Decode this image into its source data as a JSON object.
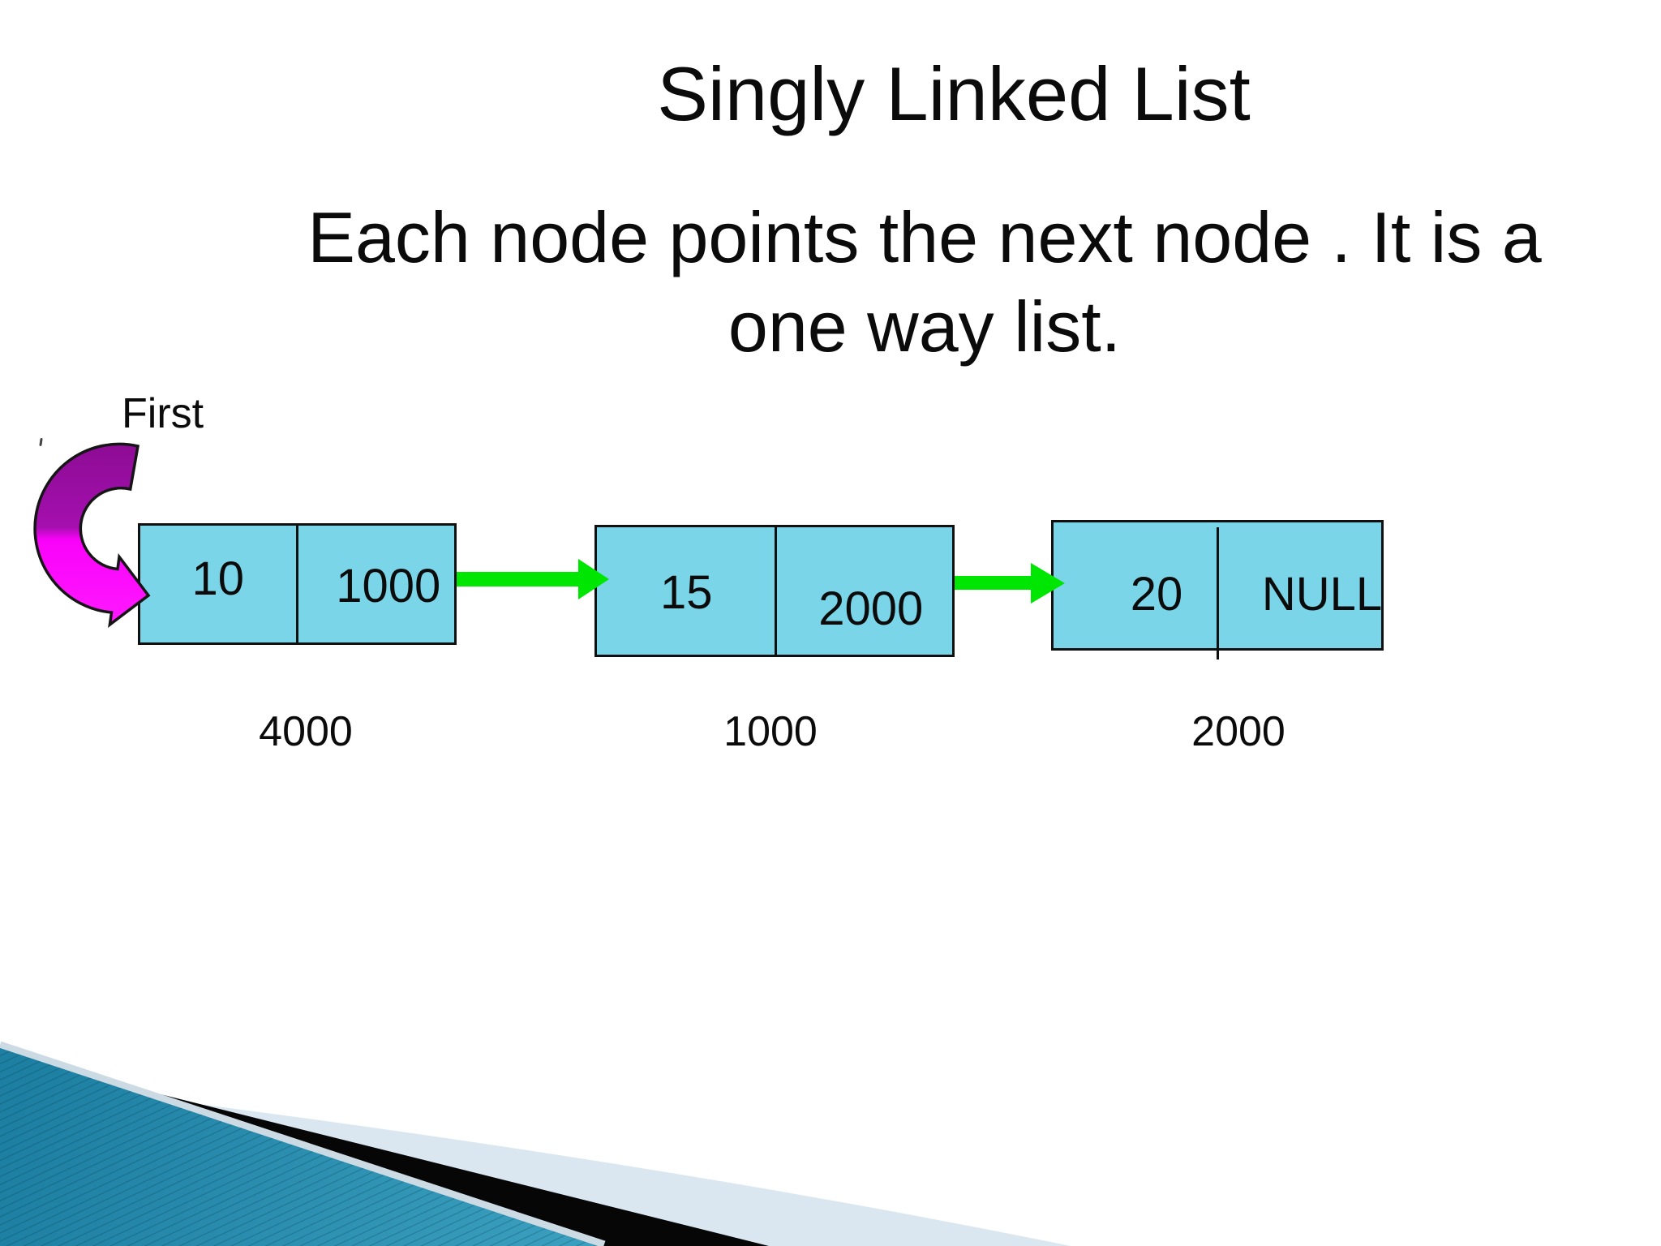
{
  "slide": {
    "title": "Singly Linked List",
    "subtitle_lines": [
      "Each node points the next node . It is a",
      "one way list."
    ],
    "pointer_label": "First"
  },
  "linked_list": {
    "nodes": [
      {
        "value": "10",
        "next": "1000",
        "address": "4000"
      },
      {
        "value": "15",
        "next": "2000",
        "address": "1000"
      },
      {
        "value": "20",
        "next": "NULL",
        "address": "2000"
      }
    ]
  },
  "colors": {
    "node_fill": "#7bd5e8",
    "arrow_green": "#00e603",
    "pointer_dark": "#8d0c94",
    "pointer_bright": "#f902f9",
    "teal_dark": "#1d7fa2",
    "teal_light": "#42a7c6",
    "pale_wedge": "#dbe7f0",
    "stripe_black": "#060606"
  }
}
